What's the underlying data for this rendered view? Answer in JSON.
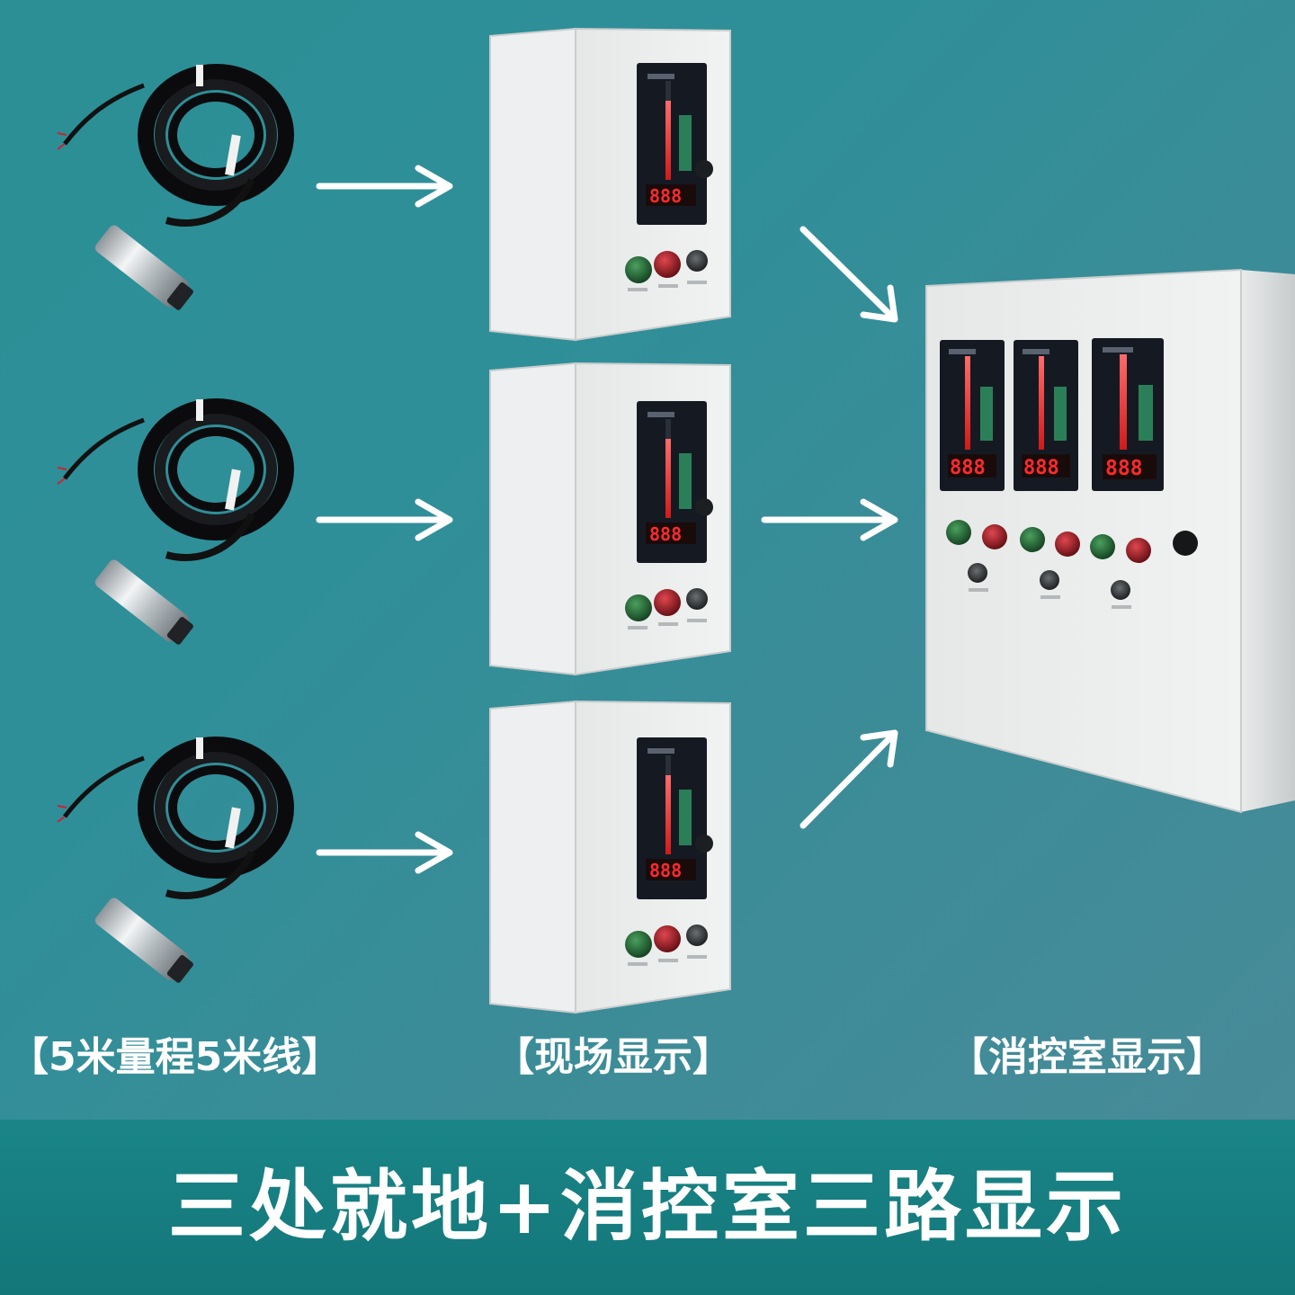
{
  "captions": {
    "sensor": "【5米量程5米线】",
    "field": "【现场显示】",
    "control_room": "【消控室显示】"
  },
  "banner": {
    "title": "三处就地+消控室三路显示"
  },
  "colors": {
    "background": "#2f8f99",
    "banner": "#137679",
    "cabinet": "#e8eaea",
    "display_bezel": "#151a22",
    "led_red": "#ff2b2b",
    "button_green": "#1f6a33",
    "button_red": "#a01d25",
    "arrow": "#ffffff"
  },
  "icons": [
    "pressure-sensor-icon",
    "arrow-icon",
    "control-cabinet-icon",
    "bargraph-display-icon",
    "push-button-icon",
    "selector-switch-icon"
  ]
}
